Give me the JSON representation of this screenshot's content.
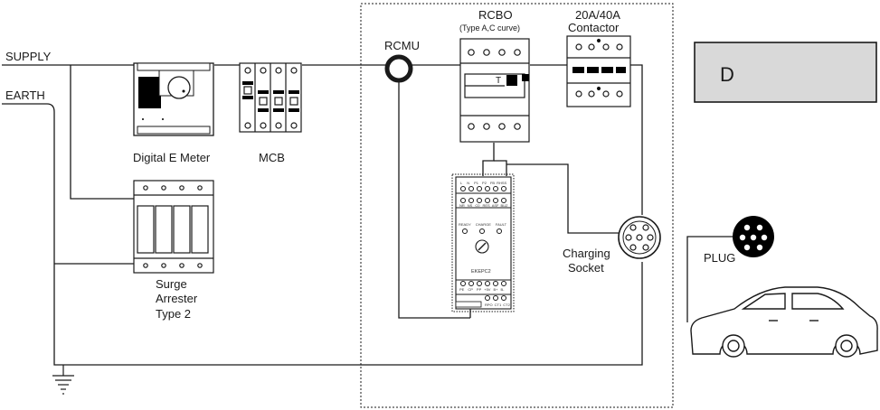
{
  "labels": {
    "supply": "SUPPLY",
    "earth": "EARTH",
    "rcmu": "RCMU",
    "rcbo_title": "RCBO",
    "rcbo_sub": "(Type A,C curve)",
    "rcbo_t": "T",
    "contactor_rating": "20A/40A",
    "contactor_title": "Contactor",
    "meter": "Digital E Meter",
    "mcb": "MCB",
    "surge_1": "Surge",
    "surge_2": "Arrester",
    "surge_3": "Type 2",
    "socket_1": "Charging",
    "socket_2": "Socket",
    "plug": "PLUG",
    "mode_box": "D"
  },
  "controller": {
    "model": "EKEPC2",
    "top_terminals": [
      "L",
      "N",
      "P1",
      "P2",
      "FB",
      "RHSS"
    ],
    "top_terminals_2": [
      "NR",
      "NS",
      "C0",
      "RES",
      "ASF",
      "BUZ"
    ],
    "leds": [
      "READY",
      "CHARGE",
      "FAULT"
    ],
    "bottom_terminals": [
      "PE",
      "CP",
      "PP",
      "+5V",
      "B+",
      "B-"
    ],
    "bottom_terminals_2": [
      "RPO",
      "CT1",
      "CT2"
    ]
  },
  "colors": {
    "line": "#1a1a1a",
    "device_fill": "#ffffff",
    "mode_box_fill": "#d9d9d9",
    "dark": "#000000"
  }
}
